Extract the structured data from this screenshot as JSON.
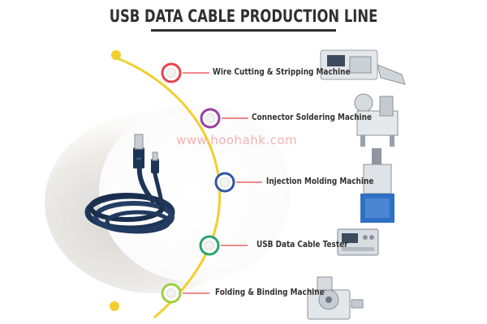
{
  "title": "USB DATA CABLE PRODUCTION LINE",
  "watermark": "www.hoohahk.com",
  "colors": {
    "arc": "#f2cf2f",
    "title": "#2f2f2f",
    "cable": "#1e3556",
    "connector_line": "#e8434d"
  },
  "steps": [
    {
      "label": "Wire Cutting & Stripping Machine",
      "ring_color": "#e8434d",
      "machine_icon": "wire-cutting-machine-icon"
    },
    {
      "label": "Connector Soldering Machine",
      "ring_color": "#9b3fa3",
      "machine_icon": "soldering-machine-icon"
    },
    {
      "label": "Injection Molding Machine",
      "ring_color": "#2f56a8",
      "machine_icon": "injection-molding-machine-icon"
    },
    {
      "label": "USB Data Cable Tester",
      "ring_color": "#2aa56b",
      "machine_icon": "cable-tester-icon"
    },
    {
      "label": "Folding & Binding Machine",
      "ring_color": "#9ccf3d",
      "machine_icon": "binding-machine-icon"
    }
  ]
}
